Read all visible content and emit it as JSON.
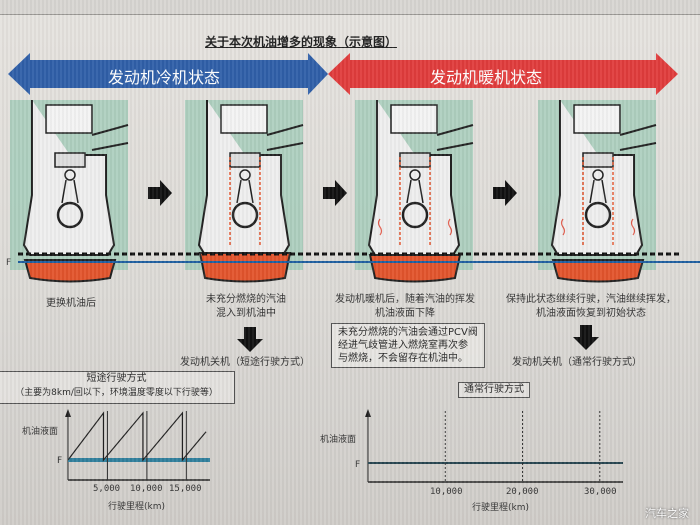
{
  "title": "关于本次机油增多的现象（示意图）",
  "phases": {
    "cold": {
      "label": "发动机冷机状态",
      "color": "#2f5fa8"
    },
    "warm": {
      "label": "发动机暖机状态",
      "color": "#e03c3c"
    }
  },
  "stages": [
    {
      "caption": "更换机油后"
    },
    {
      "caption_lines": [
        "未充分燃烧的汽油",
        "混入到机油中"
      ]
    },
    {
      "caption_lines": [
        "发动机暖机后，随着汽油的挥发",
        "机油液面下降"
      ]
    },
    {
      "caption_lines": [
        "保持此状态继续行驶，汽油继续挥发，",
        "机油液面恢复到初始状态"
      ]
    }
  ],
  "level_marker": "F",
  "note_lines": [
    "未充分燃烧的汽油会通过PCV阀",
    "经进气歧管进入燃烧室再次参",
    "与燃烧，不会留存在机油中。"
  ],
  "shutdown_short": "发动机关机（短途行驶方式）",
  "shutdown_normal": "发动机关机（通常行驶方式）",
  "colors": {
    "oil": "#e2542c",
    "engine_bg": "#9ccab5",
    "level_line": "#1f5fa0",
    "chart_line": "#2f7f9c"
  },
  "chart_data": [
    {
      "type": "line",
      "title": "短途行驶方式",
      "subtitle": "（主要为8km/回以下，环境温度零度以下行驶等）",
      "ylabel": "机油液面",
      "xlabel": "行驶里程(km)",
      "xticks": [
        "5,000",
        "10,000",
        "15,000"
      ],
      "x_range": [
        0,
        18000
      ],
      "y_marker": "F",
      "series": [
        {
          "name": "oil_level",
          "x": [
            0,
            4500,
            4500,
            9500,
            9500,
            14500,
            14500,
            17500
          ],
          "y": [
            0,
            1,
            0,
            1,
            0,
            1,
            0,
            0.6
          ]
        }
      ],
      "baseline": "F"
    },
    {
      "type": "line",
      "title": "通常行驶方式",
      "ylabel": "机油液面",
      "xlabel": "行驶里程(km)",
      "xticks": [
        "10,000",
        "20,000",
        "30,000"
      ],
      "x_range": [
        0,
        33000
      ],
      "y_marker": "F",
      "series": [
        {
          "name": "oil_level",
          "x": [
            0,
            33000
          ],
          "y": [
            0,
            0
          ]
        }
      ]
    }
  ],
  "watermark": "汽车之家"
}
